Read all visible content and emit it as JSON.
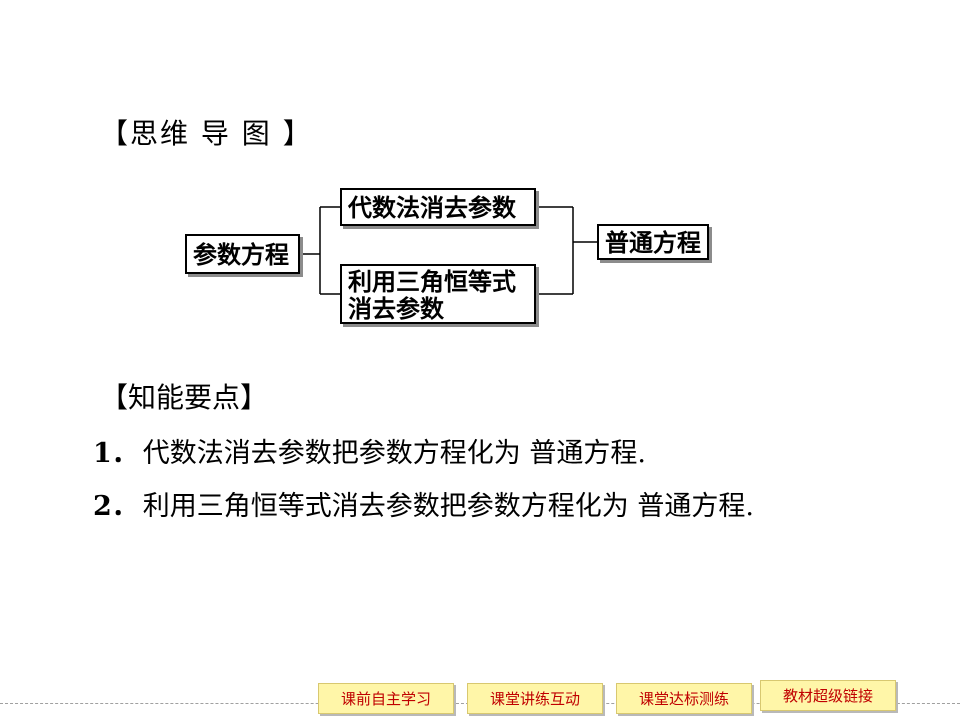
{
  "mindmap": {
    "title": "【思维 导 图 】",
    "root": "参数方程",
    "branches": [
      "代数法消去参数",
      "利用三角恒等式消去参数"
    ],
    "target": "普通方程"
  },
  "key_points": {
    "title": "【知能要点】",
    "items": [
      {
        "num": "1．",
        "text": "代数法消去参数把参数方程化为 普通方程."
      },
      {
        "num": "2．",
        "text": "利用三角恒等式消去参数把参数方程化为 普通方程."
      }
    ]
  },
  "nav": {
    "buttons": [
      "课前自主学习",
      "课堂讲练互动",
      "课堂达标测练",
      "教材超级链接"
    ]
  },
  "colors": {
    "nav_text": "#c00000",
    "nav_bg": "#fff6a8"
  }
}
